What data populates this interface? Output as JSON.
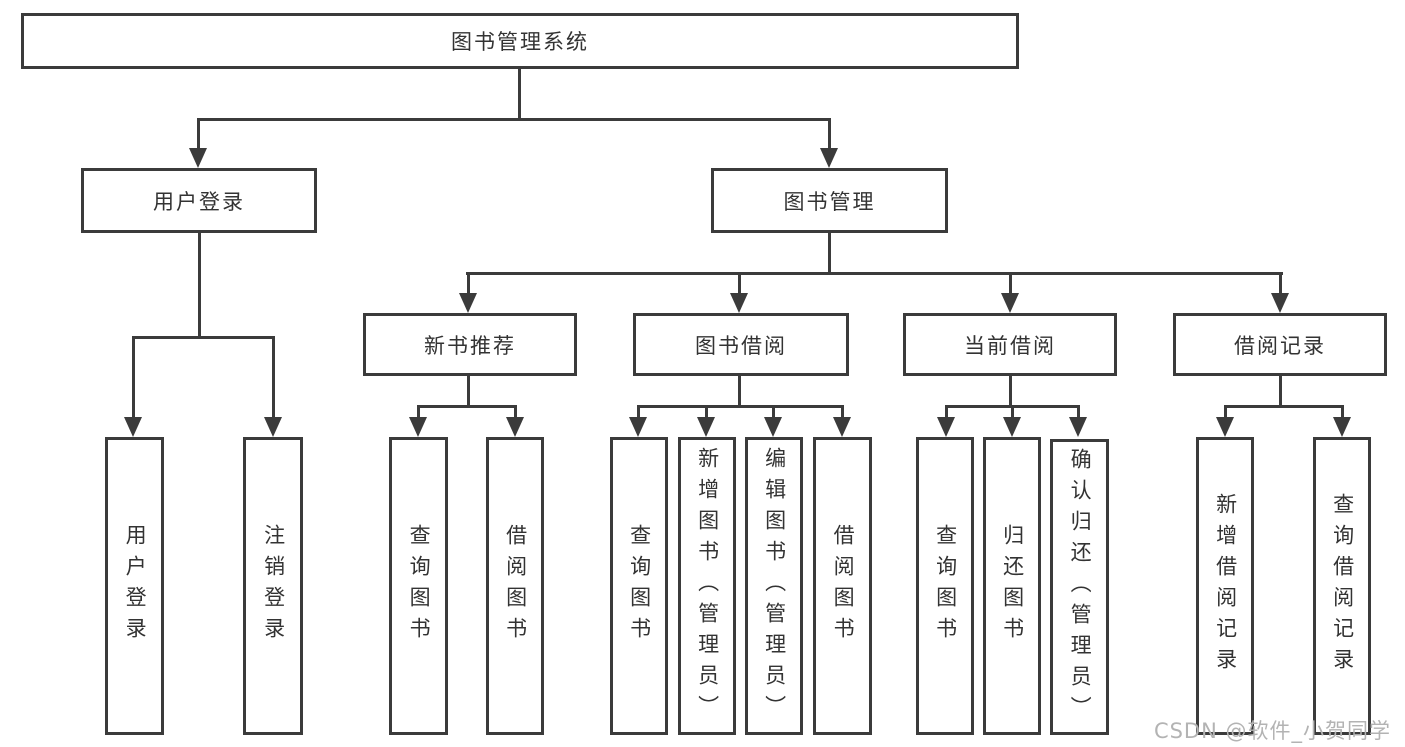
{
  "nodes": {
    "root": {
      "label": "图书管理系统"
    },
    "branches": [
      {
        "label": "用户登录",
        "children": [
          {
            "label": "用户登录"
          },
          {
            "label": "注销登录"
          }
        ]
      },
      {
        "label": "图书管理",
        "children": [
          {
            "label": "新书推荐",
            "children": [
              {
                "label": "查询图书"
              },
              {
                "label": "借阅图书"
              }
            ]
          },
          {
            "label": "图书借阅",
            "children": [
              {
                "label": "查询图书"
              },
              {
                "label": "新增图书（管理员）"
              },
              {
                "label": "编辑图书（管理员）"
              },
              {
                "label": "借阅图书"
              }
            ]
          },
          {
            "label": "当前借阅",
            "children": [
              {
                "label": "查询图书"
              },
              {
                "label": "归还图书"
              },
              {
                "label": "确认归还（管理员）"
              }
            ]
          },
          {
            "label": "借阅记录",
            "children": [
              {
                "label": "新增借阅记录"
              },
              {
                "label": "查询借阅记录"
              }
            ]
          }
        ]
      }
    ]
  },
  "watermark": {
    "text": "CSDN @软件_小贺同学"
  },
  "colors": {
    "line": "#3b3b3b",
    "text": "#333333",
    "watermark": "#b3b3b3"
  }
}
